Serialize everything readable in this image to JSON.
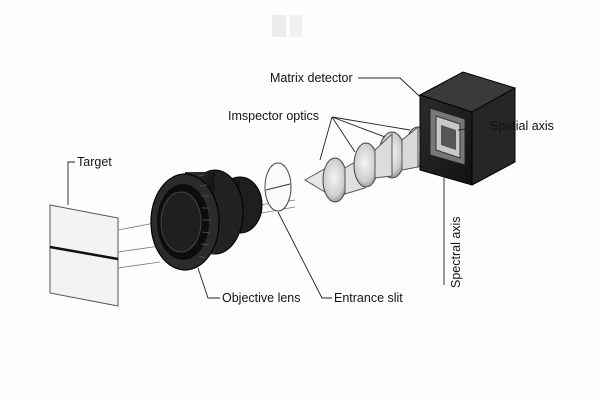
{
  "labels": {
    "target": "Target",
    "objective_lens": "Objective lens",
    "entrance_slit": "Entrance slit",
    "inspector_optics": "Imspector optics",
    "matrix_detector": "Matrix detector",
    "spatial_axis": "Spatial axis",
    "spectral_axis": "Spectral axis"
  }
}
